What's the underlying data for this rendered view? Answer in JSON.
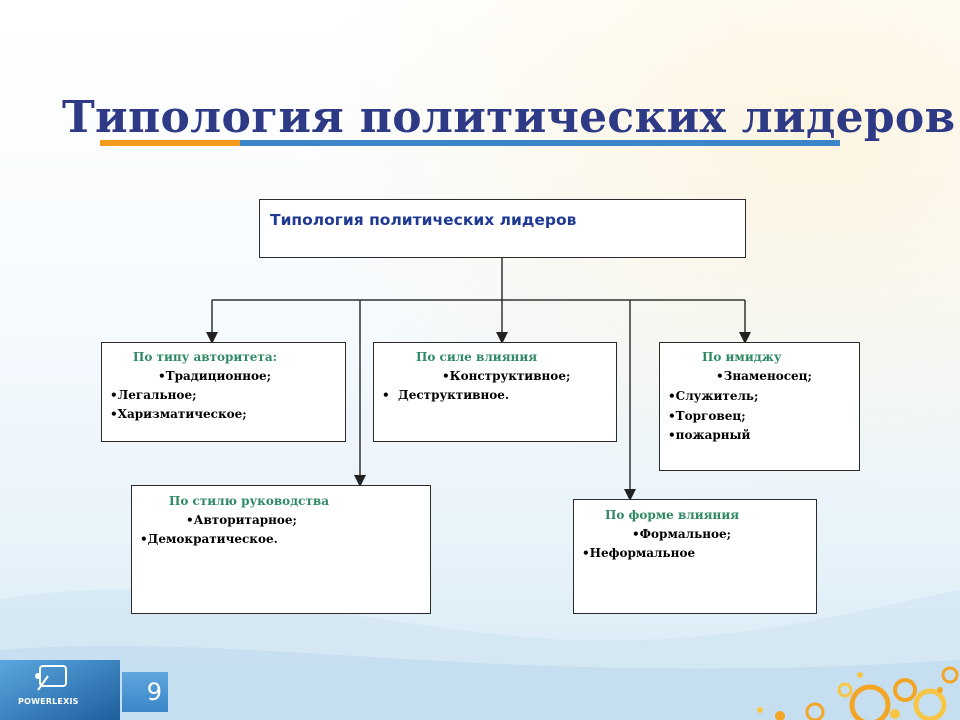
{
  "slide": {
    "title": "Типология политических лидеров",
    "page_number": "9",
    "logo_text": "POWERLEXIS"
  },
  "diagram": {
    "root": "Типология политических лидеров",
    "authority": {
      "heading": "По типу авторитета:",
      "items": [
        "•Традиционное;",
        "•Легальное;",
        "•Харизматическое;"
      ]
    },
    "influence_strength": {
      "heading": "По силе влияния",
      "items": [
        "•Конструктивное;",
        "•  Деструктивное."
      ]
    },
    "image": {
      "heading": "По имиджу",
      "items": [
        "•Знаменосец;",
        "•Служитель;",
        "•Торговец;",
        "•пожарный"
      ]
    },
    "leadership_style": {
      "heading": "По стилю руководства",
      "items": [
        "•Авторитарное;",
        "•Демократическое."
      ]
    },
    "influence_form": {
      "heading": "По форме влияния",
      "items": [
        "•Формальное;",
        "•Неформальное"
      ]
    }
  },
  "colors": {
    "title": "#2e3a86",
    "root_text": "#1f3a93",
    "heading_text": "#2f8a63",
    "accent_orange": "#f39a1e",
    "accent_blue": "#3a86c8"
  }
}
